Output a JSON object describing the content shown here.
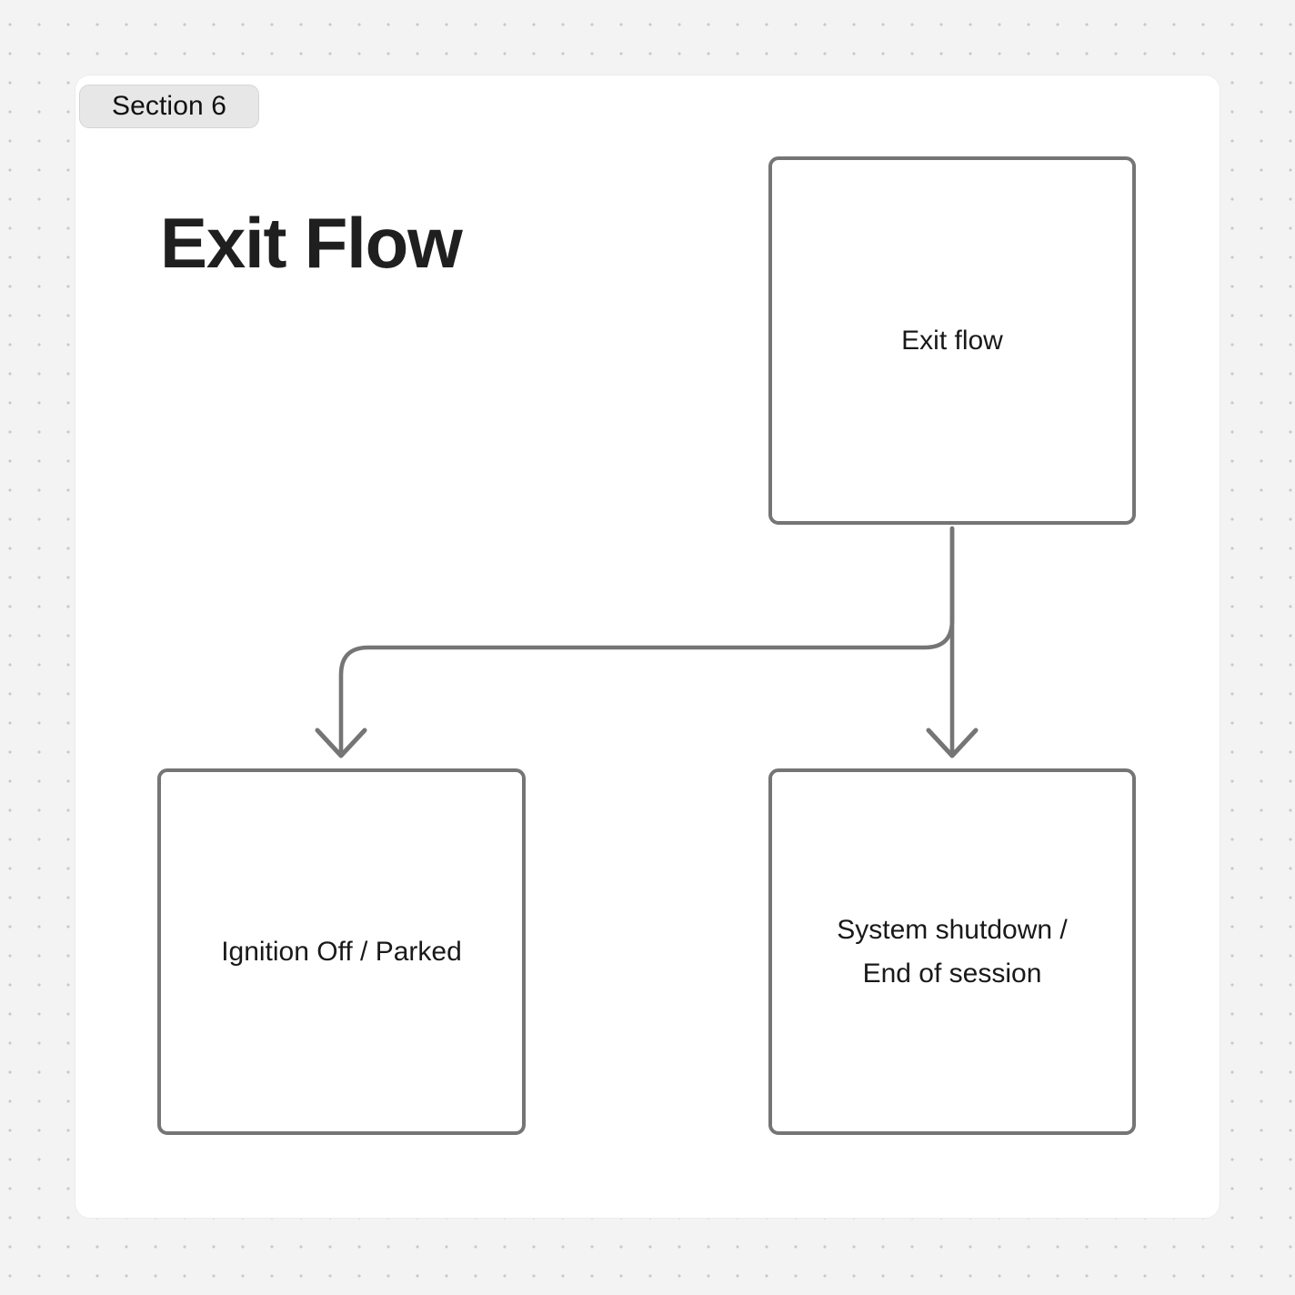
{
  "canvas": {
    "background_color": "#f4f3f3",
    "dot_color": "#c9c9c9"
  },
  "card": {
    "background_color": "#ffffff",
    "border_color": "#ececec"
  },
  "section": {
    "badge_label": "Section 6",
    "badge_bg_color": "#e8e7e7",
    "heading": "Exit Flow",
    "heading_color": "#1f1f1f"
  },
  "diagram": {
    "node_border_color": "#757575",
    "edge_color": "#757575",
    "nodes": [
      {
        "id": "exit-flow",
        "label": "Exit flow"
      },
      {
        "id": "ignition-off",
        "label": "Ignition Off / Parked"
      },
      {
        "id": "system-shutdown",
        "label_line_1": "System shutdown /",
        "label_line_2": "End of session"
      }
    ],
    "edges": [
      {
        "from": "exit-flow",
        "to": "ignition-off"
      },
      {
        "from": "exit-flow",
        "to": "system-shutdown"
      }
    ]
  }
}
